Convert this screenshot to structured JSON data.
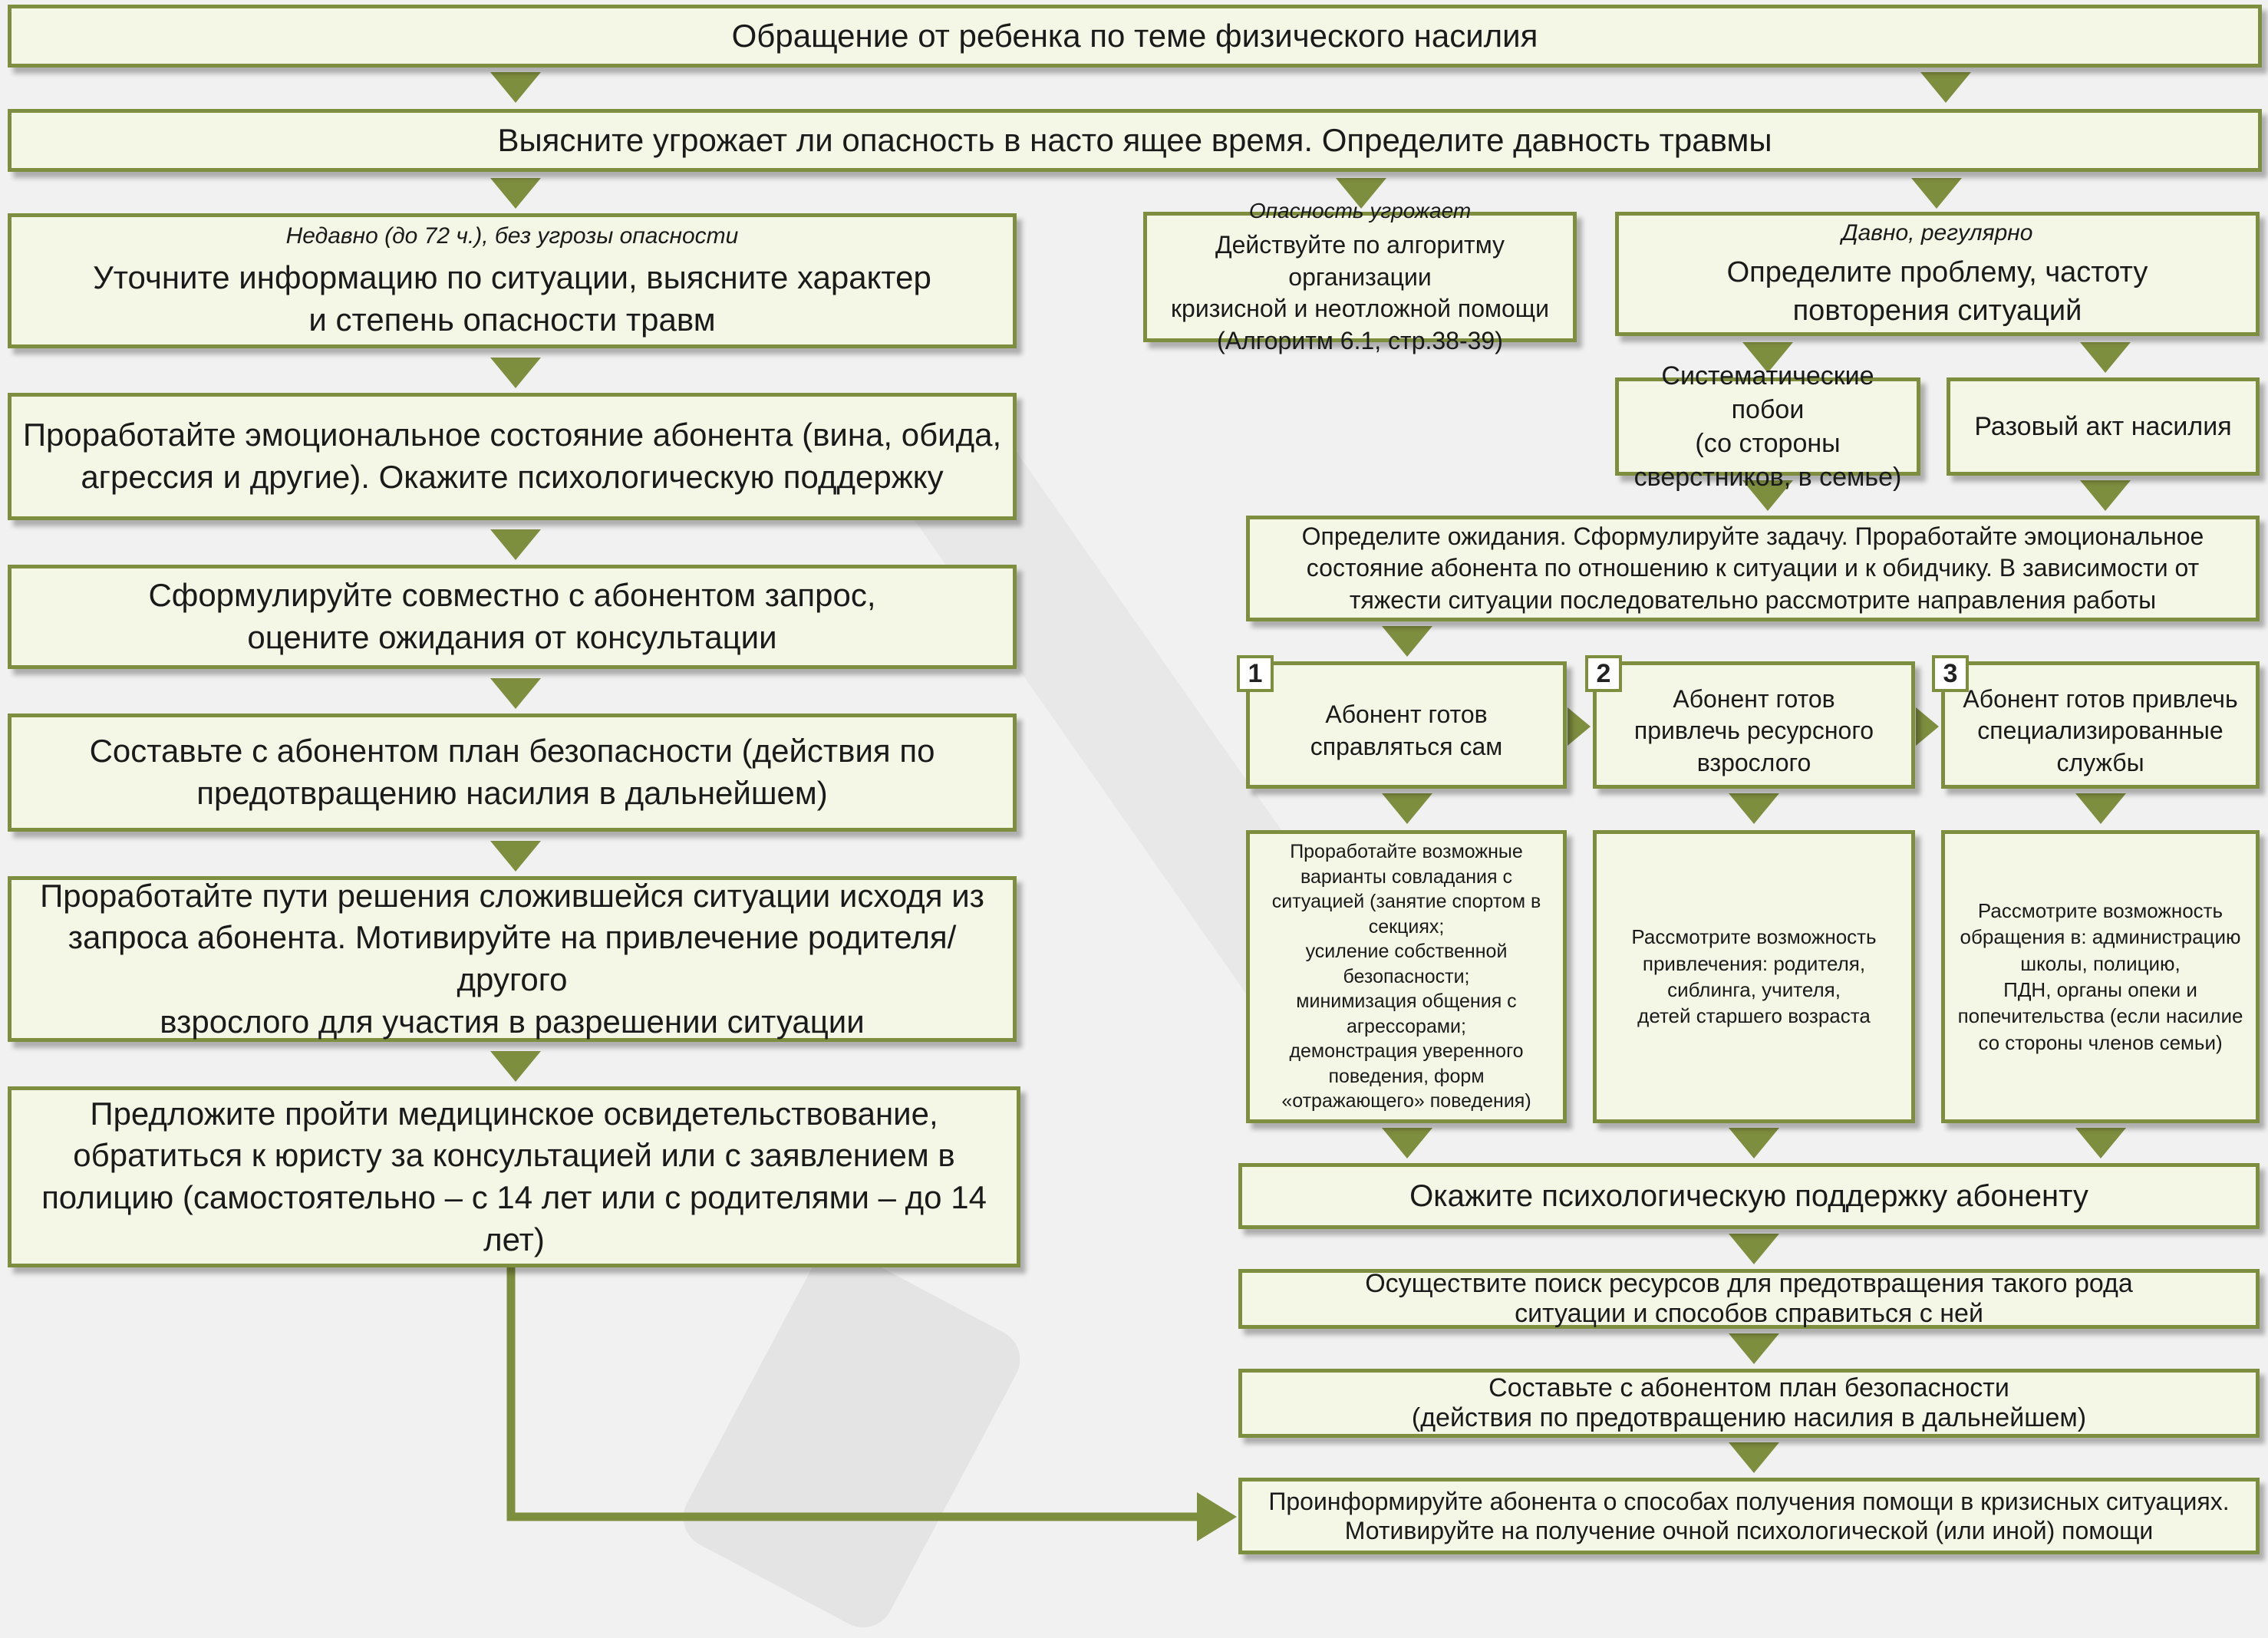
{
  "title": "Обращение от ребенка по   теме физического насилия",
  "step2": "Выясните угрожает ли опасность в насто   ящее время. Определите давность травмы",
  "left": {
    "head": "Недавно (до 72 ч.), без угрозы опасности",
    "box1": [
      "Уточните информацию по ситуации, выясните характер",
      "и степень опасности травм"
    ],
    "box2": [
      "Проработайте эмоциональное состояние абонента (вина, обида,",
      "агрессия и другие). Окажите психологическую поддержку"
    ],
    "box3": [
      "Сформулируйте совместно с абонентом запрос,",
      "оцените ожидания от консультации"
    ],
    "box4": [
      "Составьте с абонентом план безопасности (действия по",
      "предотвращению насилия в дальнейшем)"
    ],
    "box5": [
      "Проработайте пути решения сложившейся ситуации исходя из",
      "запроса абонента. Мотивируйте на привлечение родителя/другого",
      "взрослого для участия в разрешении ситуации"
    ],
    "box6": [
      "Предложите пройти медицинское освидетельствование,",
      "обратиться к юристу  за консультацией или с заявлением в",
      "полицию (самостоятельно – с 14 лет или с родителями – до 14 лет)"
    ]
  },
  "middle": {
    "head": "Опасность угрожает",
    "lines": [
      "Действуйте по алгоритму организации",
      "кризисной и неотложной помощи",
      "(Алгоритм 6.1, стр.38-39)"
    ]
  },
  "right": {
    "head": "Давно, регулярно",
    "lines": [
      "Определите проблему, частоту",
      "повторения ситуаций"
    ],
    "systematic": [
      "Систематические побои",
      "(со стороны",
      "сверстников,  в семье)"
    ],
    "single": "Разовый акт насилия",
    "expect": [
      "Определите ожидания. Сформулируйте задачу. Проработайте эмоциональное",
      "состояние абонента по отношению к ситуации и к обидчику. В зависимости от",
      "тяжести ситуации последовательно рассмотрите направления работы"
    ],
    "opt1": {
      "num": "1",
      "lines": [
        "Абонент готов",
        "справляться сам"
      ]
    },
    "opt2": {
      "num": "2",
      "lines": [
        "Абонент готов",
        "привлечь ресурсного",
        "взрослого"
      ]
    },
    "opt3": {
      "num": "3",
      "lines": [
        "Абонент готов привлечь",
        "специализированные",
        "службы"
      ]
    },
    "det1": [
      "Проработайте возможные",
      "варианты  совладания с",
      "ситуацией (занятие спортом в",
      "секциях;",
      "усиление собственной",
      "безопасности;",
      "минимизация общения с",
      "агрессорами;",
      "демонстрация уверенного",
      "поведения, форм",
      "«отражающего» поведения)"
    ],
    "det2": [
      "Рассмотрите возможность",
      "привлечения: родителя,",
      "сиблинга, учителя,",
      "детей старшего возраста"
    ],
    "det3": [
      "Рассмотрите возможность",
      "обращения  в: администрацию",
      "школы, полицию,",
      "ПДН, органы опеки и",
      "попечительства (если насилие",
      "со стороны членов семьи)"
    ],
    "support": "Окажите психологическую поддержку абоненту",
    "resources": [
      "Осуществите поиск ресурсов для предотвращения такого рода",
      "ситуации и способов справиться с ней"
    ],
    "plan": [
      "Составьте с абонентом план безопасности",
      "(действия по предотвращению насилия в дальнейшем)"
    ],
    "final": [
      "Проинформируйте абонента о способах получения помощи в кризисных ситуациях.",
      "Мотивируйте на получение очной психологической (или иной) помощи"
    ]
  },
  "colors": {
    "accent": "#7e8e3f",
    "box_fill": "#f4f7e6",
    "background": "#f1f1f1"
  }
}
